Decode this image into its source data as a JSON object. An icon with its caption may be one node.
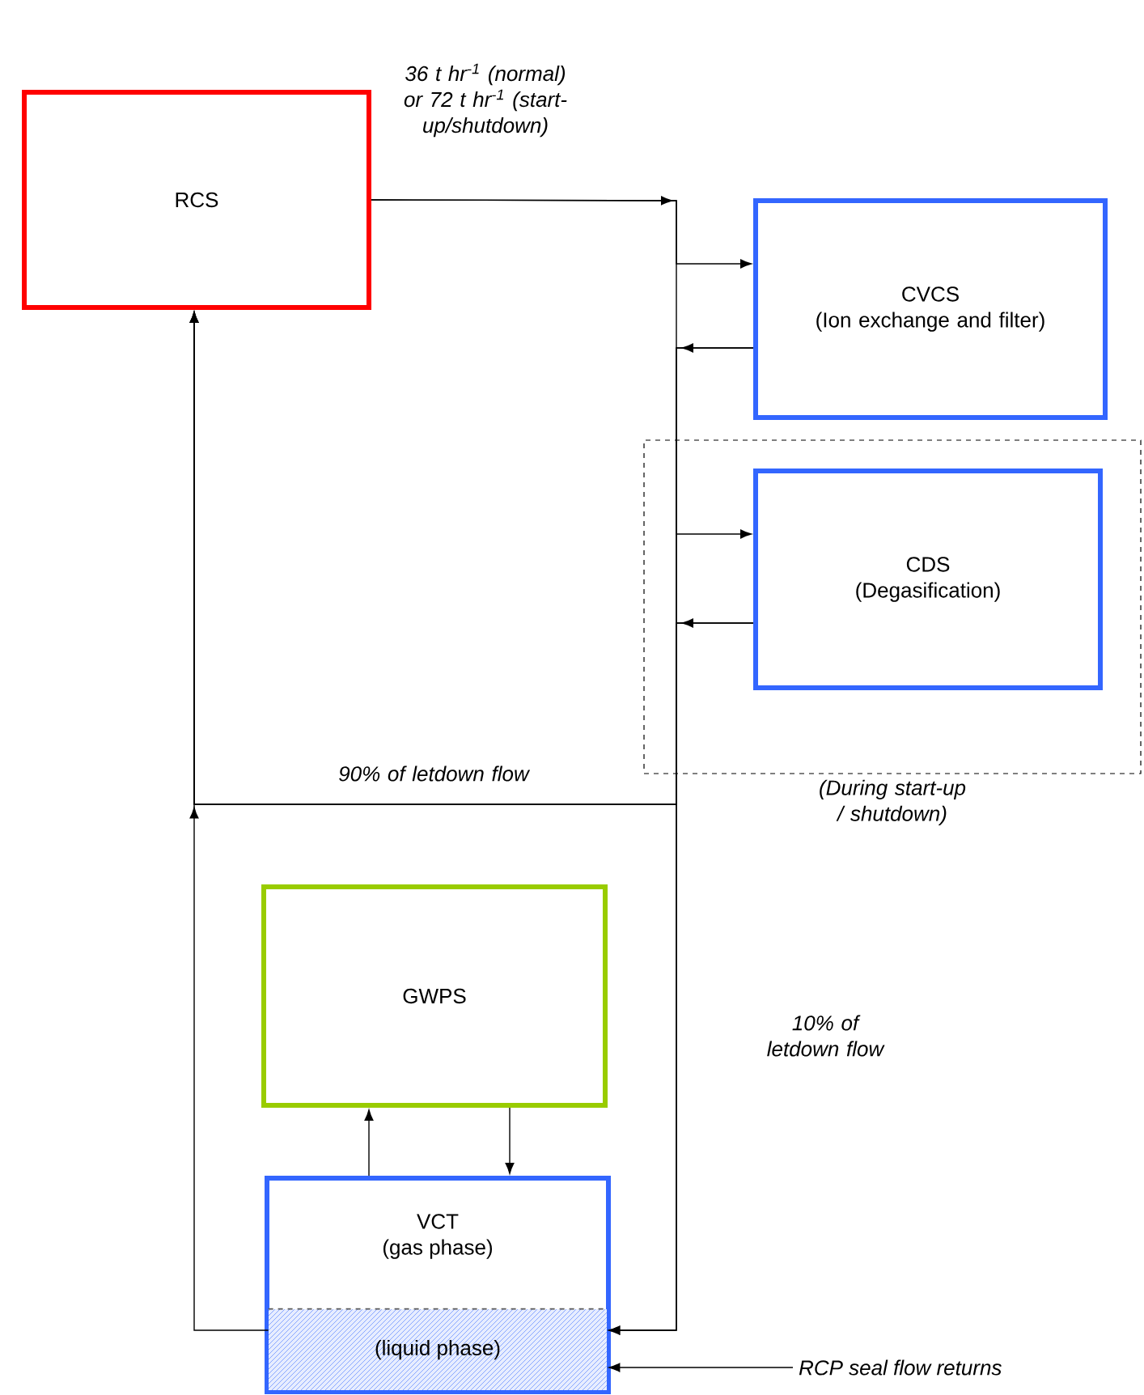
{
  "diagram": {
    "nodes": [
      {
        "text": [
          "RCS"
        ]
      },
      {
        "text": [
          "CVCS",
          "(Ion exchange and filter)"
        ]
      },
      {
        "text": [
          "(During start-up / shutdown)"
        ]
      },
      {
        "text": [
          "CDS",
          "(Degasification)"
        ],
        "in": 2
      },
      {
        "text": [
          "GWPS"
        ]
      },
      {
        "text": [
          "VCT",
          "(gas phase)"
        ]
      },
      {
        "text": [
          "(liquid phase)"
        ],
        "in": 5
      },
      {
        "text": [
          "RCP seal flow returns"
        ]
      }
    ],
    "edges": [
      {
        "from": 0,
        "to": 1,
        "arrow": "to",
        "label": "36 t hr$^{-1}$ (normal) or 72 t hr$^{-1}$ (start-up/shutdown)"
      },
      {
        "from": 0,
        "to": 3,
        "arrow": "to"
      },
      {
        "from": 1,
        "to": 6,
        "arrow": "to",
        "label": "10% of letdown flow"
      },
      {
        "from": 3,
        "to": 6,
        "arrow": "to"
      },
      {
        "from": 1,
        "to": 0,
        "arrow": "to",
        "label": "90% of letdown flow"
      },
      {
        "from": 3,
        "to": 0,
        "arrow": "to"
      },
      {
        "from": 6,
        "to": 0,
        "arrow": "to"
      },
      {
        "from": 5,
        "to": 4,
        "arrow": "to"
      },
      {
        "from": 4,
        "to": 5,
        "arrow": "to"
      },
      {
        "from": 7,
        "to": 6,
        "arrow": "to"
      }
    ]
  }
}
